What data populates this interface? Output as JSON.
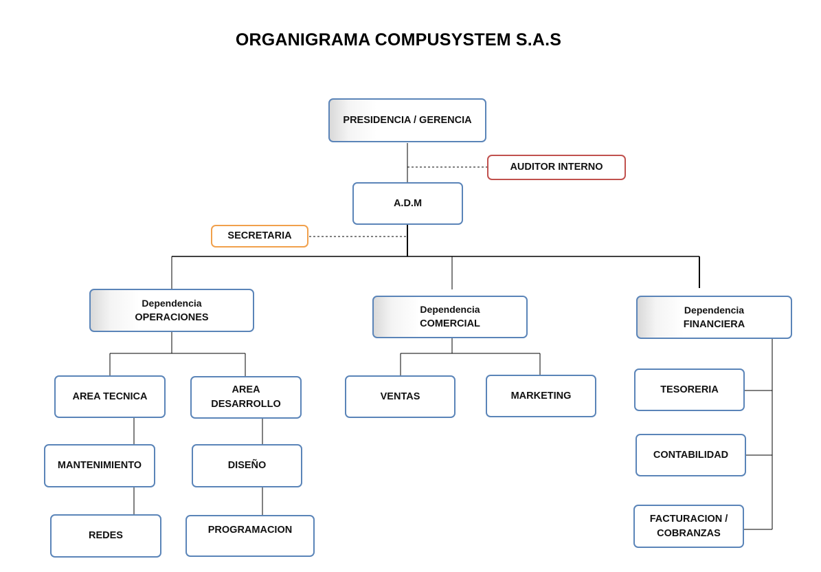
{
  "title": "ORGANIGRAMA COMPUSYSTEM  S.A.S",
  "nodes": {
    "presidencia": "PRESIDENCIA / GERENCIA",
    "auditor": "AUDITOR INTERNO",
    "adm": "A.D.M",
    "secretaria": "SECRETARIA",
    "operaciones": {
      "line1": "Dependencia",
      "line2": "OPERACIONES"
    },
    "comercial": {
      "line1": "Dependencia",
      "line2": "COMERCIAL"
    },
    "financiera": {
      "line1": "Dependencia",
      "line2": "FINANCIERA"
    },
    "area_tecnica": "AREA TECNICA",
    "area_desarrollo": {
      "line1": "AREA",
      "line2": "DESARROLLO"
    },
    "mantenimiento": "MANTENIMIENTO",
    "diseno": "DISEÑO",
    "redes": "REDES",
    "programacion": "PROGRAMACION",
    "ventas": "VENTAS",
    "marketing": "MARKETING",
    "tesoreria": "TESORERIA",
    "contabilidad": "CONTABILIDAD",
    "facturacion": {
      "line1": "FACTURACION /",
      "line2": "COBRANZAS"
    }
  },
  "colors": {
    "box_border": "#5a84b8",
    "auditor_border": "#c0504d",
    "secretaria_border": "#f1a04b",
    "connector": "#000000"
  }
}
